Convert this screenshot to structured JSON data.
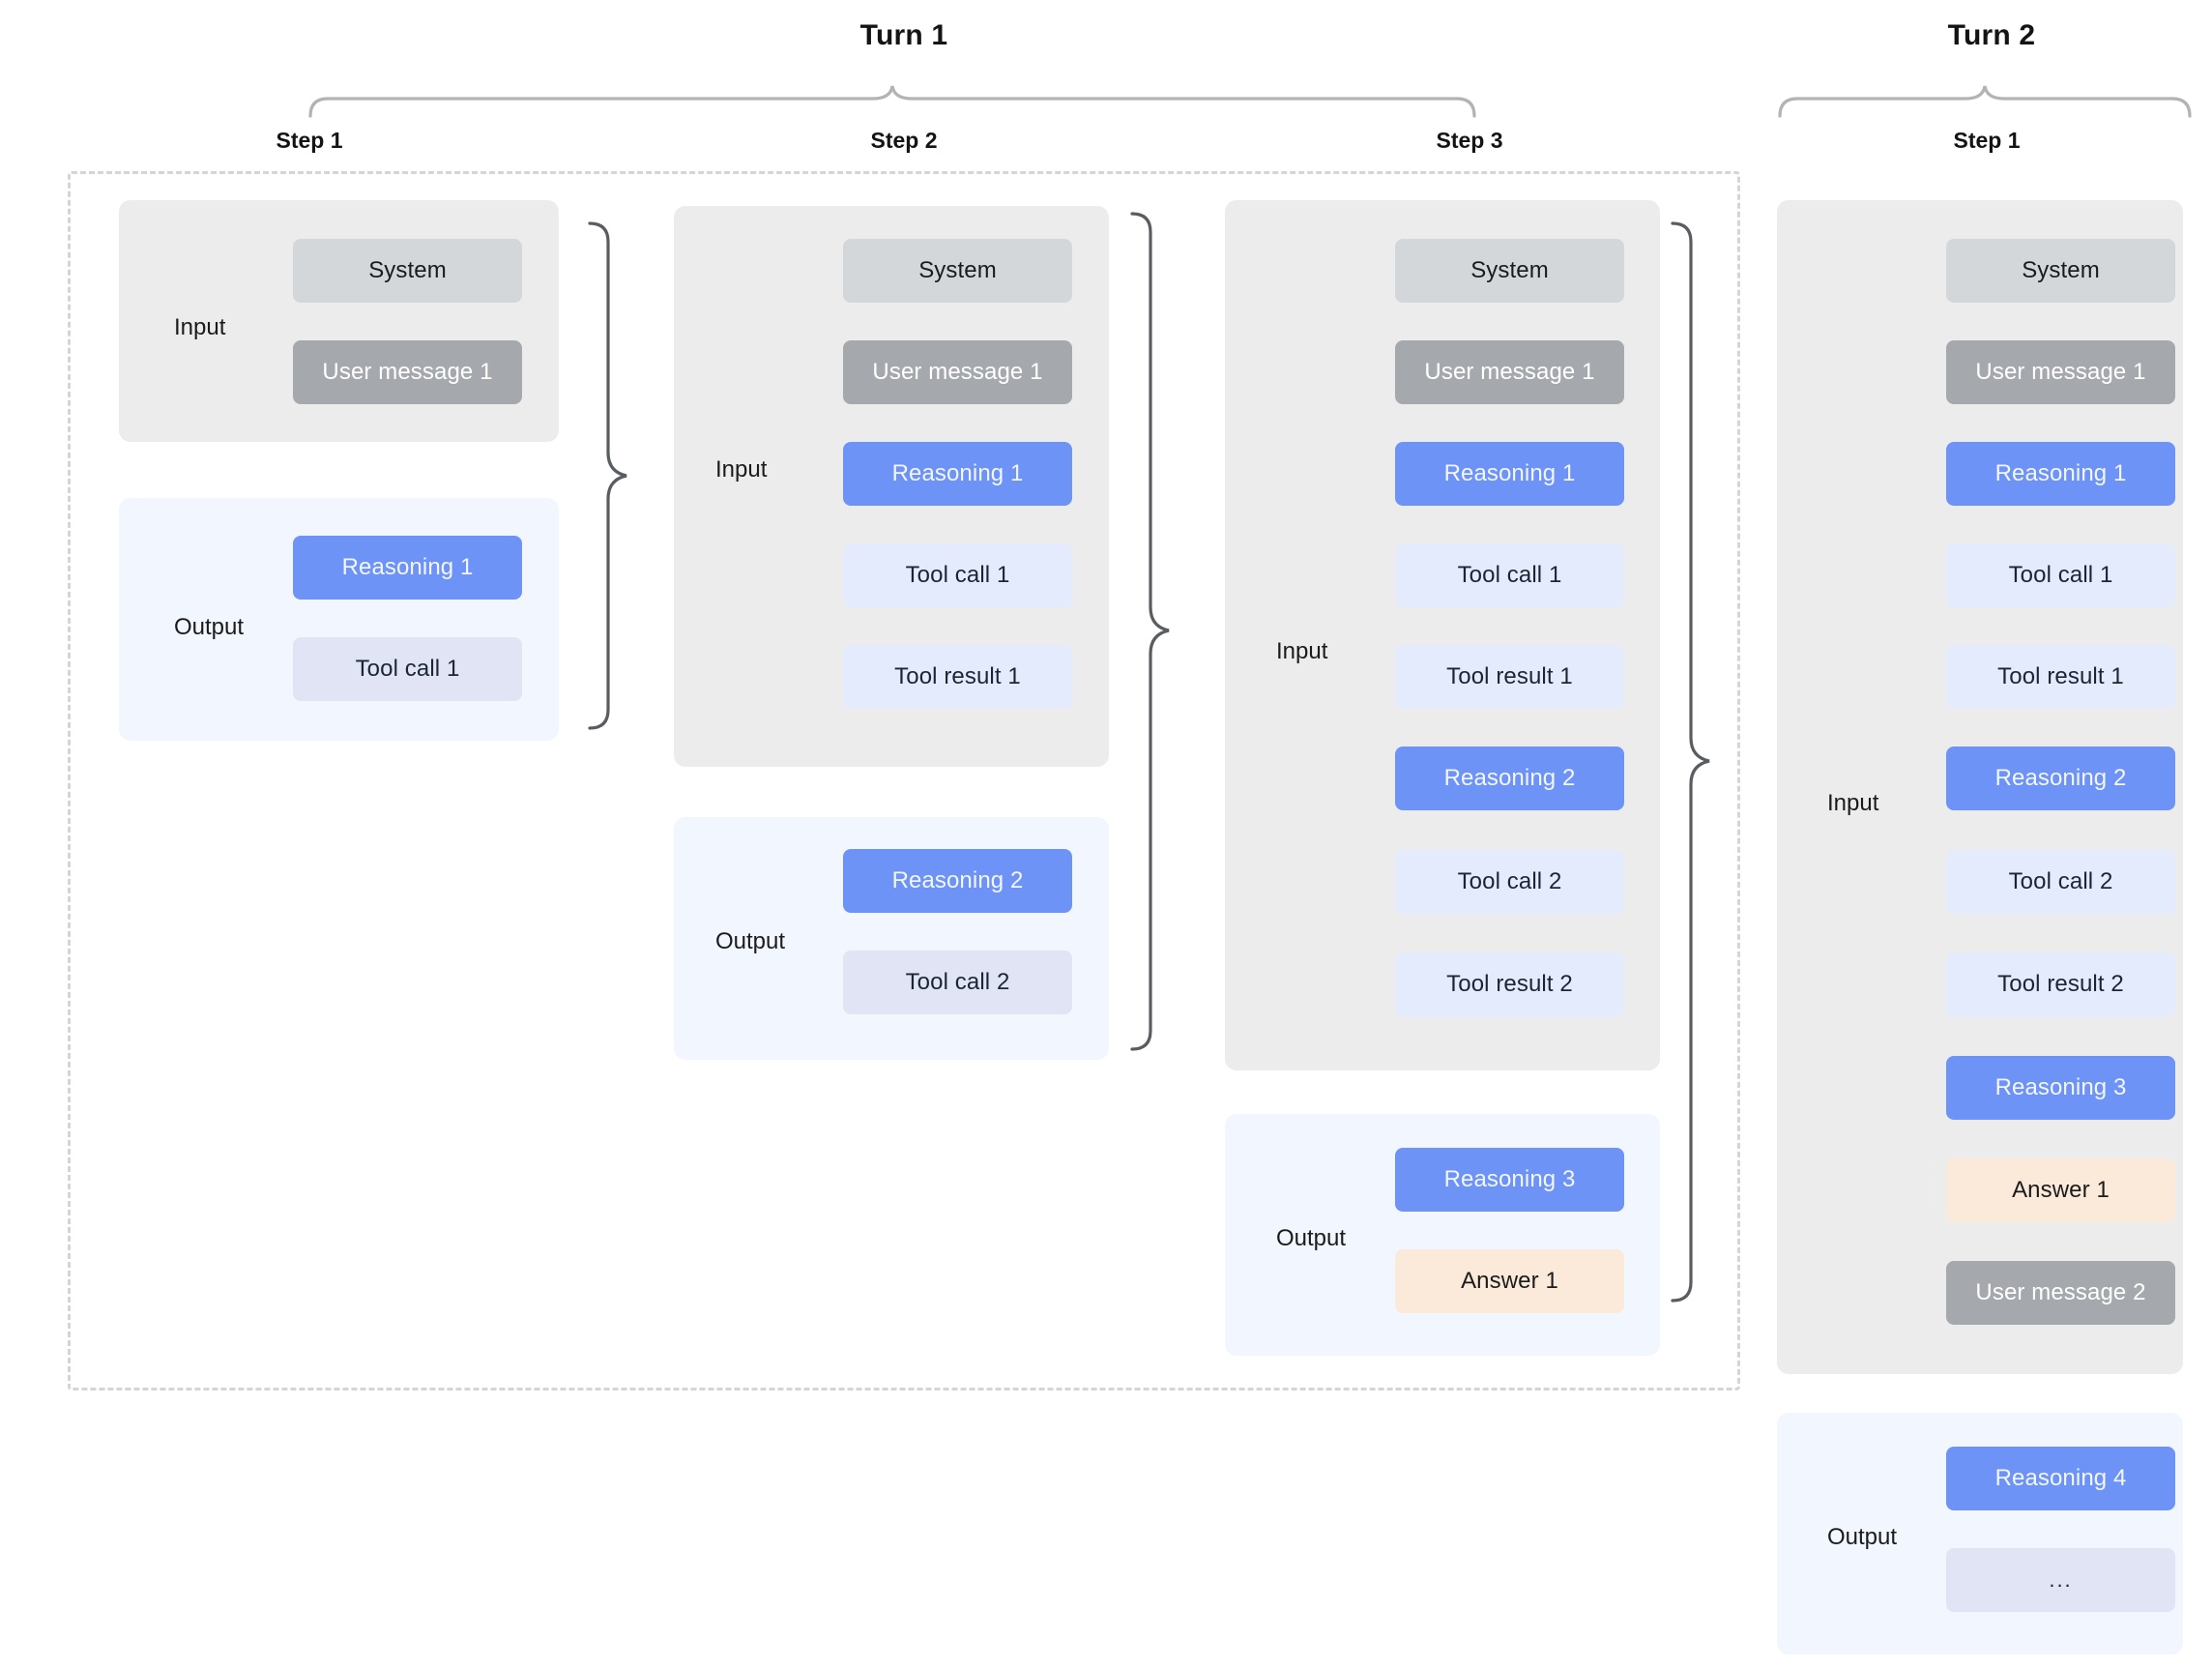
{
  "turns": [
    {
      "id": "turn-1",
      "title": "Turn 1",
      "steps": [
        {
          "id": "turn1-step1",
          "title": "Step 1",
          "groups": [
            {
              "label": "Input",
              "items": [
                {
                  "text": "System",
                  "kind": "system"
                },
                {
                  "text": "User message 1",
                  "kind": "user"
                }
              ]
            },
            {
              "label": "Output",
              "items": [
                {
                  "text": "Reasoning 1",
                  "kind": "reasoning"
                },
                {
                  "text": "Tool call 1",
                  "kind": "tool"
                }
              ]
            }
          ]
        },
        {
          "id": "turn1-step2",
          "title": "Step 2",
          "groups": [
            {
              "label": "Input",
              "items": [
                {
                  "text": "System",
                  "kind": "system"
                },
                {
                  "text": "User message 1",
                  "kind": "user"
                },
                {
                  "text": "Reasoning 1",
                  "kind": "reasoning"
                },
                {
                  "text": "Tool call 1",
                  "kind": "tool"
                },
                {
                  "text": "Tool result 1",
                  "kind": "tool"
                }
              ]
            },
            {
              "label": "Output",
              "items": [
                {
                  "text": "Reasoning 2",
                  "kind": "reasoning"
                },
                {
                  "text": "Tool call 2",
                  "kind": "tool"
                }
              ]
            }
          ]
        },
        {
          "id": "turn1-step3",
          "title": "Step 3",
          "groups": [
            {
              "label": "Input",
              "items": [
                {
                  "text": "System",
                  "kind": "system"
                },
                {
                  "text": "User message 1",
                  "kind": "user"
                },
                {
                  "text": "Reasoning 1",
                  "kind": "reasoning"
                },
                {
                  "text": "Tool call 1",
                  "kind": "tool"
                },
                {
                  "text": "Tool result 1",
                  "kind": "tool"
                },
                {
                  "text": "Reasoning 2",
                  "kind": "reasoning"
                },
                {
                  "text": "Tool call 2",
                  "kind": "tool"
                },
                {
                  "text": "Tool result 2",
                  "kind": "tool"
                }
              ]
            },
            {
              "label": "Output",
              "items": [
                {
                  "text": "Reasoning 3",
                  "kind": "reasoning"
                },
                {
                  "text": "Answer 1",
                  "kind": "answer"
                }
              ]
            }
          ]
        }
      ]
    },
    {
      "id": "turn-2",
      "title": "Turn 2",
      "steps": [
        {
          "id": "turn2-step1",
          "title": "Step 1",
          "groups": [
            {
              "label": "Input",
              "items": [
                {
                  "text": "System",
                  "kind": "system"
                },
                {
                  "text": "User message 1",
                  "kind": "user"
                },
                {
                  "text": "Reasoning 1",
                  "kind": "reasoning"
                },
                {
                  "text": "Tool call 1",
                  "kind": "tool"
                },
                {
                  "text": "Tool result 1",
                  "kind": "tool"
                },
                {
                  "text": "Reasoning 2",
                  "kind": "reasoning"
                },
                {
                  "text": "Tool call 2",
                  "kind": "tool"
                },
                {
                  "text": "Tool result 2",
                  "kind": "tool"
                },
                {
                  "text": "Reasoning 3",
                  "kind": "reasoning"
                },
                {
                  "text": "Answer 1",
                  "kind": "answer"
                },
                {
                  "text": "User message 2",
                  "kind": "user"
                }
              ]
            },
            {
              "label": "Output",
              "items": [
                {
                  "text": "Reasoning 4",
                  "kind": "reasoning"
                },
                {
                  "text": "...",
                  "kind": "ellipsis"
                }
              ]
            }
          ]
        }
      ]
    }
  ],
  "colors": {
    "background": "#ffffff",
    "system": "#d4d7da",
    "user": "#a5a9ad",
    "reasoning": "#6e93f7",
    "tool_on_gray": "#e3ebfd",
    "tool_on_blue": "#e0e4f5",
    "answer": "#fbead9",
    "panel_input": "#ececec",
    "panel_output": "#f2f6fe",
    "frame_dashed": "#d5d5d5",
    "brace_horizontal": "#b3b3b3",
    "brace_vertical": "#595d61"
  }
}
